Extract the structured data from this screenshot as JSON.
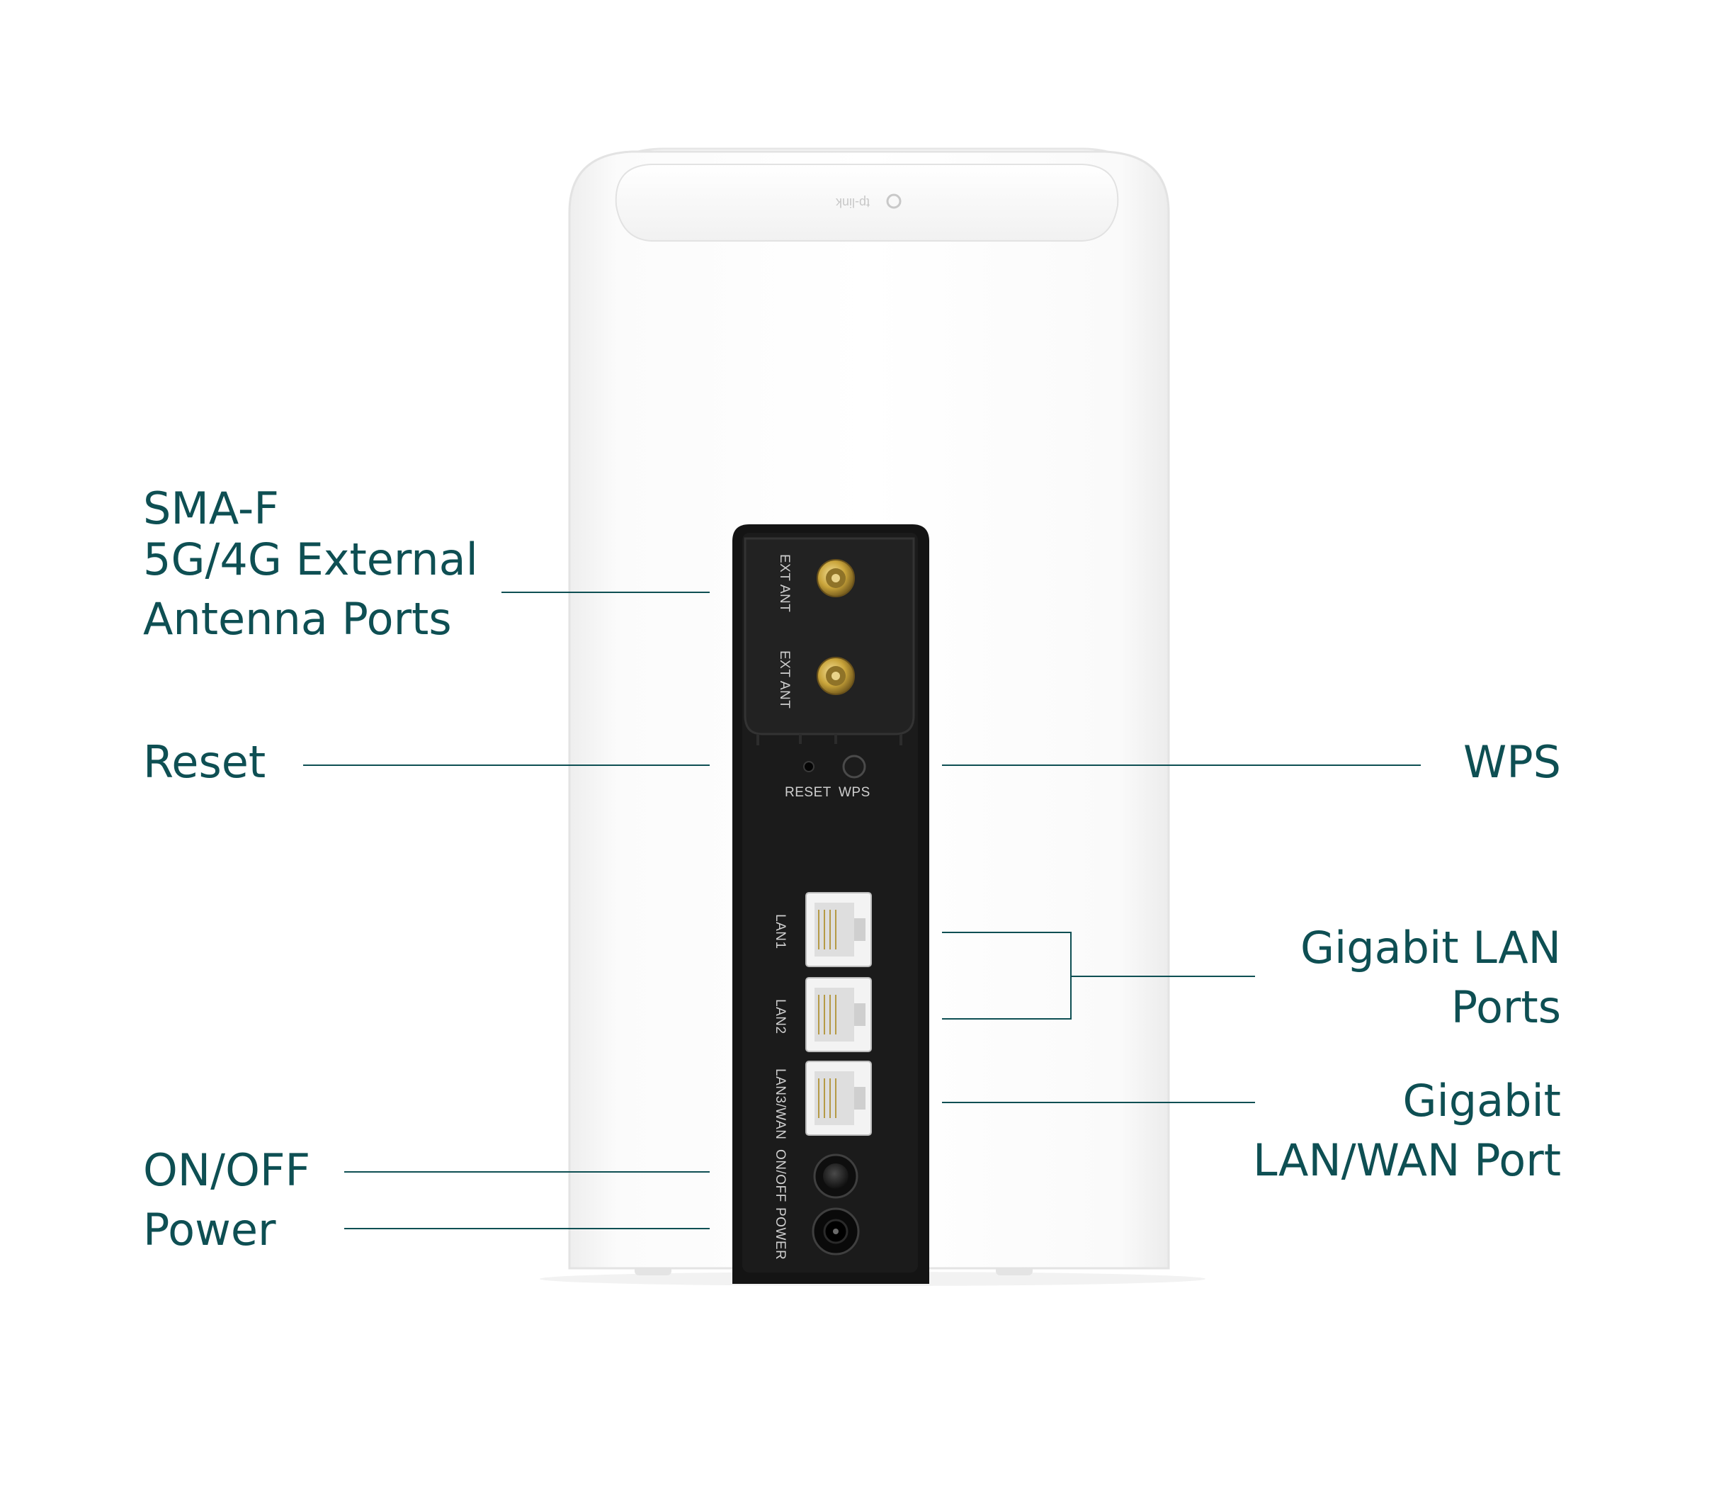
{
  "callouts": {
    "antenna": [
      "SMA-F",
      "5G/4G External",
      "Antenna Ports"
    ],
    "reset": "Reset",
    "onoff": "ON/OFF",
    "power": "Power",
    "wps": "WPS",
    "lan": [
      "Gigabit LAN",
      "Ports"
    ],
    "lanwan": [
      "Gigabit",
      "LAN/WAN Port"
    ]
  },
  "device_labels": {
    "ext_ant_1": "EXT ANT",
    "ext_ant_2": "EXT ANT",
    "reset": "RESET",
    "wps": "WPS",
    "lan1": "LAN1",
    "lan2": "LAN2",
    "lan3": "LAN3/WAN",
    "onoff": "ON/OFF",
    "power": "POWER",
    "logo": "tp-link"
  },
  "colors": {
    "callout_text": "#0e4f53",
    "leader_line": "#0e4f53",
    "device_body": "#ffffff",
    "port_panel": "#141414",
    "antenna_connector": "#c9a43a"
  }
}
